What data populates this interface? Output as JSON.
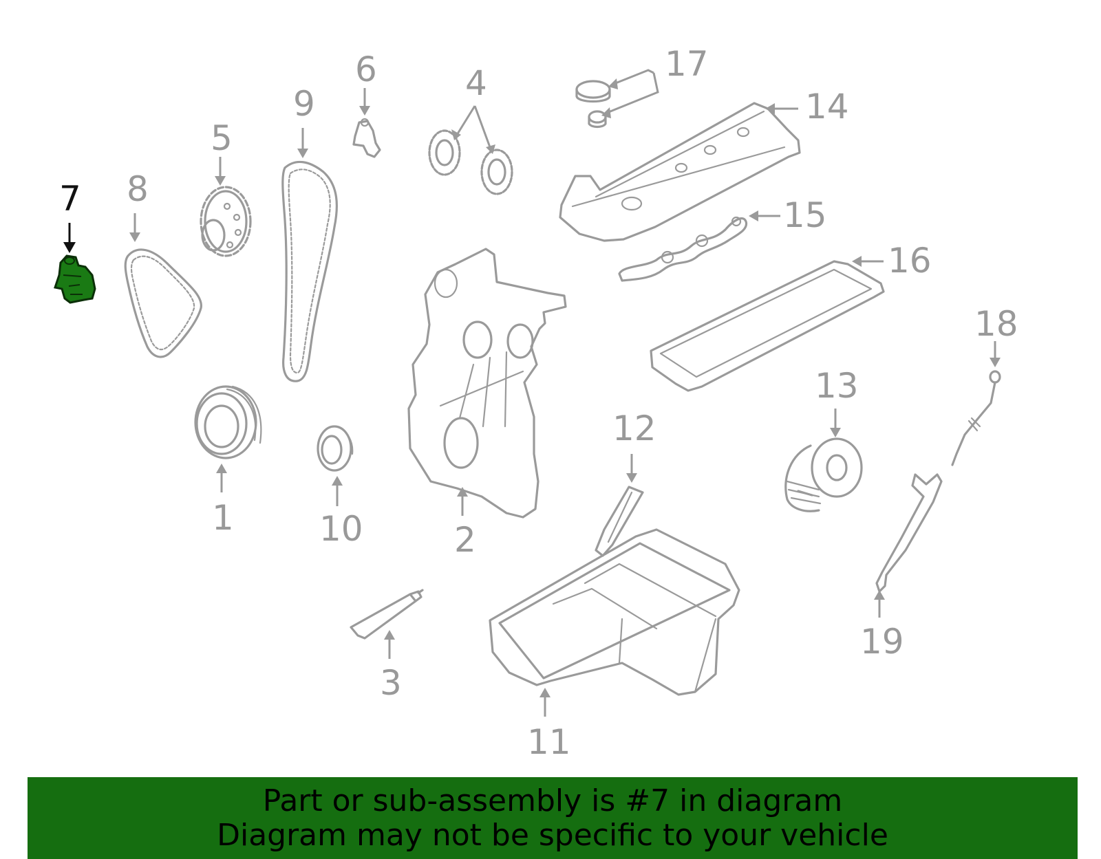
{
  "colors": {
    "part_stroke": "#9a9a9a",
    "label_gray": "#999999",
    "highlight_fill": "#1a7a14",
    "highlight_label": "#111111",
    "banner_bg": "#156e10",
    "banner_text": "#000000"
  },
  "highlighted_part": "7",
  "callouts": [
    {
      "id": "1"
    },
    {
      "id": "2"
    },
    {
      "id": "3"
    },
    {
      "id": "4"
    },
    {
      "id": "5"
    },
    {
      "id": "6"
    },
    {
      "id": "7"
    },
    {
      "id": "8"
    },
    {
      "id": "9"
    },
    {
      "id": "10"
    },
    {
      "id": "11"
    },
    {
      "id": "12"
    },
    {
      "id": "13"
    },
    {
      "id": "14"
    },
    {
      "id": "15"
    },
    {
      "id": "16"
    },
    {
      "id": "17"
    },
    {
      "id": "18"
    },
    {
      "id": "19"
    }
  ],
  "banner": {
    "line1": "Part or sub-assembly is #7 in diagram",
    "line2": "Diagram may not be specific to your vehicle"
  }
}
